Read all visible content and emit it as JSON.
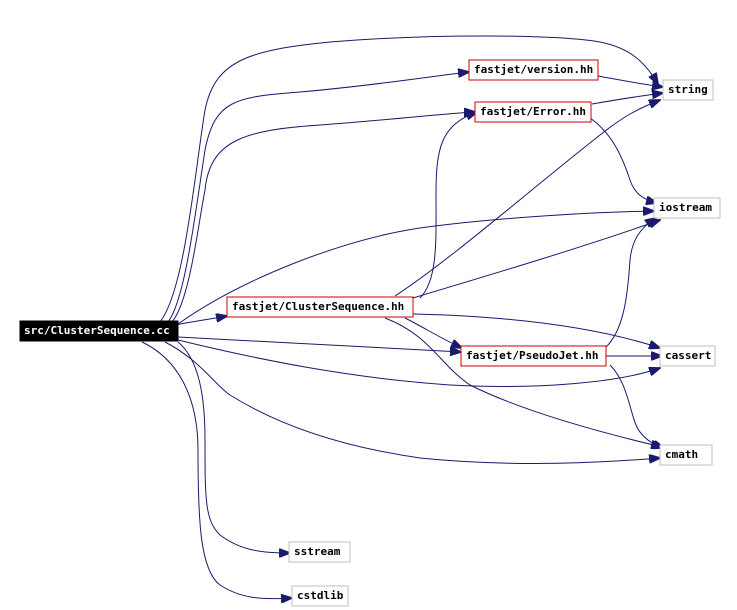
{
  "graph": {
    "nodes": {
      "root": "src/ClusterSequence.cc",
      "cluster_sequence": "fastjet/ClusterSequence.hh",
      "version": "fastjet/version.hh",
      "error": "fastjet/Error.hh",
      "pseudojet": "fastjet/PseudoJet.hh",
      "string": "string",
      "iostream": "iostream",
      "cassert": "cassert",
      "cmath": "cmath",
      "sstream": "sstream",
      "cstdlib": "cstdlib"
    },
    "edge_color": "#1a1a6e",
    "project_border_color": "#cc0000",
    "system_border_color": "#bfbfbf"
  }
}
